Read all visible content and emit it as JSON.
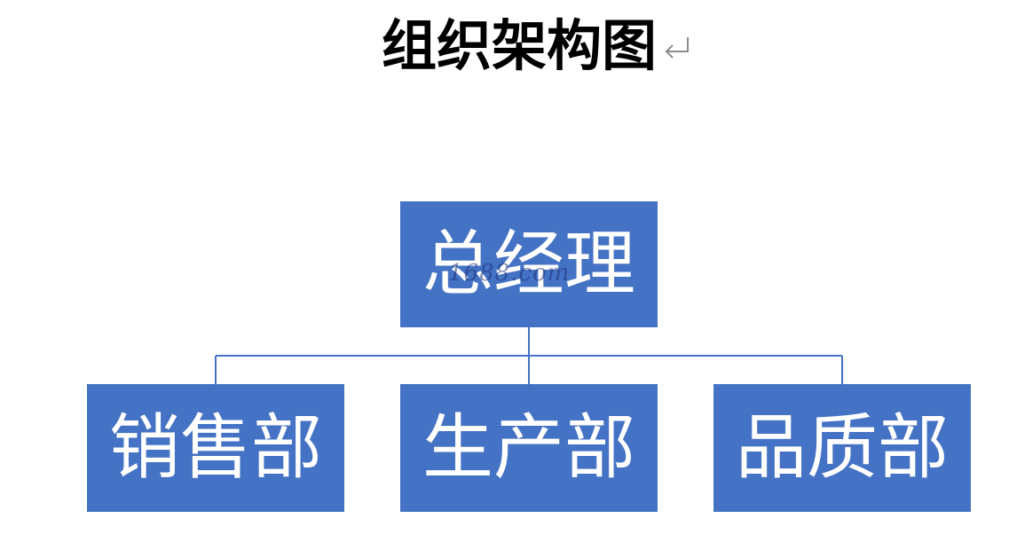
{
  "title": "组织架构图",
  "org_chart": {
    "root": {
      "label": "总经理"
    },
    "children": [
      {
        "label": "销售部"
      },
      {
        "label": "生产部"
      },
      {
        "label": "品质部"
      }
    ]
  },
  "watermark": "1688.com",
  "colors": {
    "box_fill": "#4472C4",
    "box_text": "#FFFFFF",
    "connector": "#4472C4",
    "title_text": "#000000"
  },
  "icons": {
    "paragraph_mark": "return-arrow-icon"
  }
}
